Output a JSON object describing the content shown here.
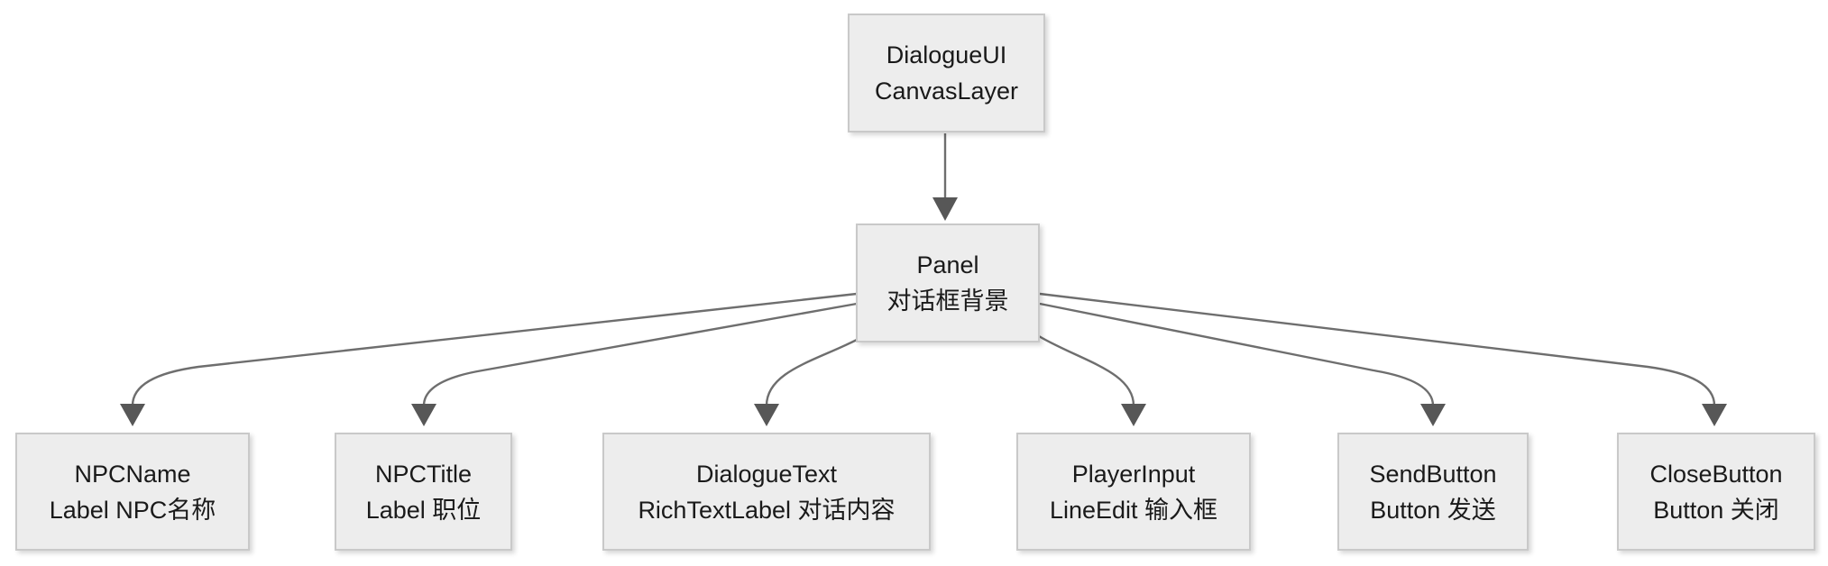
{
  "diagram": {
    "type": "tree-flowchart",
    "colors": {
      "background": "#ffffff",
      "node_fill": "#ededed",
      "node_border": "#c9c9c9",
      "edge_stroke": "#6e6e6e",
      "arrowhead_fill": "#575757",
      "text": "#1a1a1a"
    },
    "nodes": [
      {
        "id": "DialogueUI",
        "line1": "DialogueUI",
        "line2": "CanvasLayer"
      },
      {
        "id": "Panel",
        "line1": "Panel",
        "line2": "对话框背景"
      },
      {
        "id": "NPCName",
        "line1": "NPCName",
        "line2": "Label NPC名称"
      },
      {
        "id": "NPCTitle",
        "line1": "NPCTitle",
        "line2": "Label 职位"
      },
      {
        "id": "DialogueText",
        "line1": "DialogueText",
        "line2": "RichTextLabel 对话内容"
      },
      {
        "id": "PlayerInput",
        "line1": "PlayerInput",
        "line2": "LineEdit 输入框"
      },
      {
        "id": "SendButton",
        "line1": "SendButton",
        "line2": "Button 发送"
      },
      {
        "id": "CloseButton",
        "line1": "CloseButton",
        "line2": "Button 关闭"
      }
    ],
    "edges": [
      {
        "from": "DialogueUI",
        "to": "Panel"
      },
      {
        "from": "Panel",
        "to": "NPCName"
      },
      {
        "from": "Panel",
        "to": "NPCTitle"
      },
      {
        "from": "Panel",
        "to": "DialogueText"
      },
      {
        "from": "Panel",
        "to": "PlayerInput"
      },
      {
        "from": "Panel",
        "to": "SendButton"
      },
      {
        "from": "Panel",
        "to": "CloseButton"
      }
    ]
  }
}
